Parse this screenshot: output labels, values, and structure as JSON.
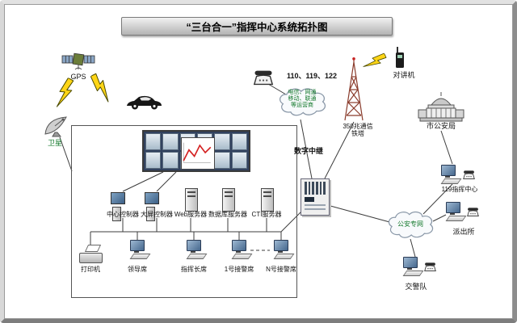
{
  "title": "“三台合一”指挥中心系统拓扑图",
  "labels": {
    "gps": "GPS",
    "satellite": "卫星",
    "hotlines": "110、119、122",
    "telecom1": "电信、网通",
    "telecom2": "移动、联通",
    "telecom3": "等运营商",
    "digital_trunk": "数字中继",
    "tower1": "350兆通信",
    "tower2": "铁塔",
    "walkie": "对讲机",
    "city_bureau": "市公安局",
    "fire119": "119指挥中心",
    "psn": "公安专网",
    "police_station": "派出所",
    "traffic": "交警队",
    "center_ctrl": "中心控制器",
    "screen_ctrl": "大屏控制器",
    "web_srv": "Web服务器",
    "db_srv": "数据库服务器",
    "cti_srv": "CTI服务器",
    "printer": "打印机",
    "leader": "领导席",
    "commander": "指挥长席",
    "seat1": "1号接警席",
    "seatn": "N号接警席"
  }
}
